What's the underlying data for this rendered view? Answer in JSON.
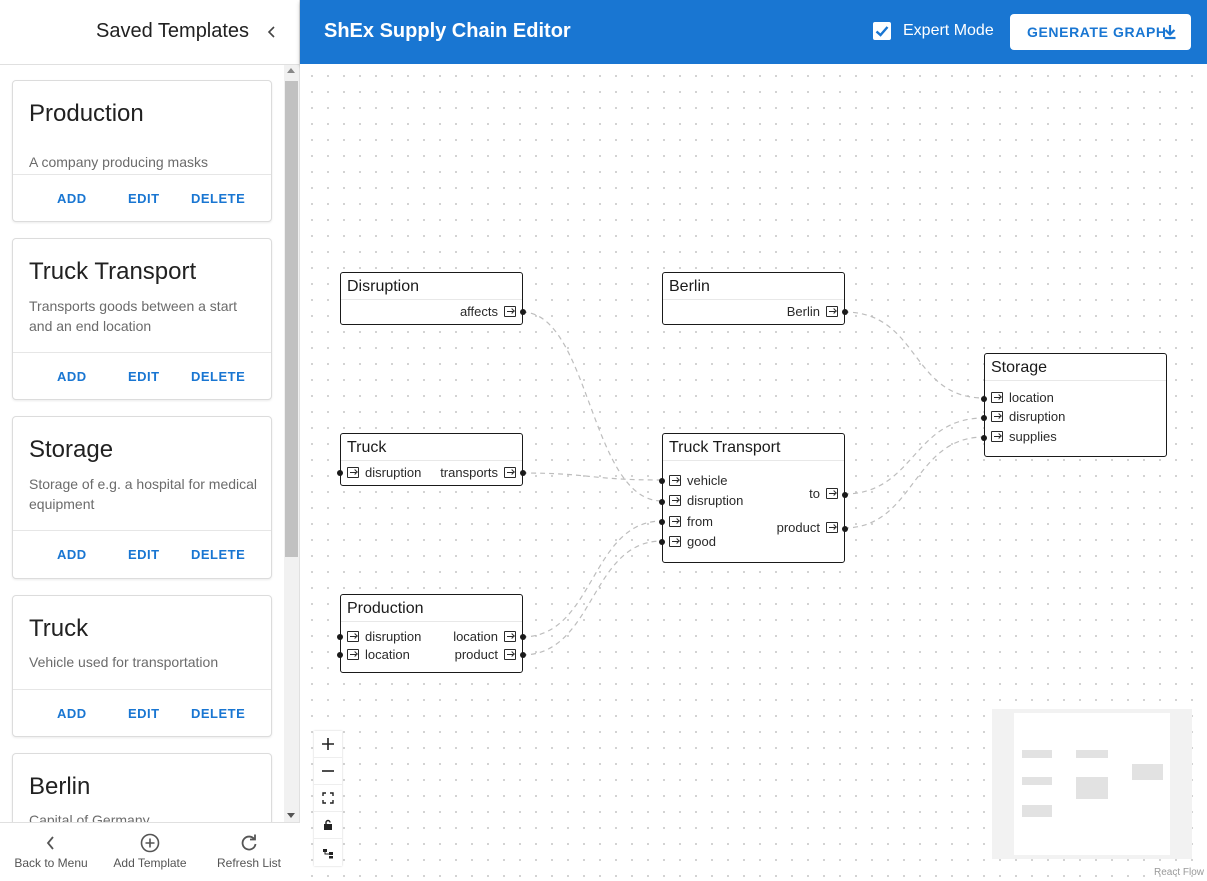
{
  "sidebar": {
    "title": "Saved Templates",
    "templates": [
      {
        "title": "Production",
        "description": "A company producing masks",
        "add": "ADD",
        "edit": "EDIT",
        "delete": "DELETE"
      },
      {
        "title": "Truck Transport",
        "description": "Transports goods between a start and an end location",
        "add": "ADD",
        "edit": "EDIT",
        "delete": "DELETE"
      },
      {
        "title": "Storage",
        "description": "Storage of e.g. a hospital for medical equipment",
        "add": "ADD",
        "edit": "EDIT",
        "delete": "DELETE"
      },
      {
        "title": "Truck",
        "description": "Vehicle used for transportation",
        "add": "ADD",
        "edit": "EDIT",
        "delete": "DELETE"
      },
      {
        "title": "Berlin",
        "description": "Capital of Germany"
      }
    ],
    "bottom_nav": {
      "back": "Back to Menu",
      "add": "Add Template",
      "refresh": "Refresh List"
    }
  },
  "header": {
    "title": "ShEx Supply Chain Editor",
    "expert_mode_label": "Expert Mode",
    "expert_mode_checked": true,
    "generate_label": "GENERATE GRAPH"
  },
  "graph": {
    "nodes": {
      "disruption": {
        "title": "Disruption",
        "outputs": [
          "affects"
        ]
      },
      "berlin": {
        "title": "Berlin",
        "outputs": [
          "Berlin"
        ]
      },
      "storage": {
        "title": "Storage",
        "inputs": [
          "location",
          "disruption",
          "supplies"
        ]
      },
      "truck": {
        "title": "Truck",
        "inputs": [
          "disruption"
        ],
        "outputs": [
          "transports"
        ]
      },
      "truck_transport": {
        "title": "Truck Transport",
        "inputs": [
          "vehicle",
          "disruption",
          "from",
          "good"
        ],
        "outputs": [
          "to",
          "product"
        ]
      },
      "production": {
        "title": "Production",
        "inputs": [
          "disruption",
          "location"
        ],
        "outputs": [
          "location",
          "product"
        ]
      }
    },
    "edges": [
      {
        "from": "Disruption.affects",
        "to": "Truck Transport.disruption"
      },
      {
        "from": "Berlin.Berlin",
        "to": "Storage.location"
      },
      {
        "from": "Truck.transports",
        "to": "Truck Transport.vehicle"
      },
      {
        "from": "Truck Transport.to",
        "to": "Storage.disruption"
      },
      {
        "from": "Truck Transport.product",
        "to": "Storage.supplies"
      },
      {
        "from": "Production.location",
        "to": "Truck Transport.from"
      },
      {
        "from": "Production.product",
        "to": "Truck Transport.good"
      }
    ]
  },
  "attribution": "React Flow",
  "colors": {
    "primary": "#1976d2",
    "edge": "#bdbdbd"
  }
}
